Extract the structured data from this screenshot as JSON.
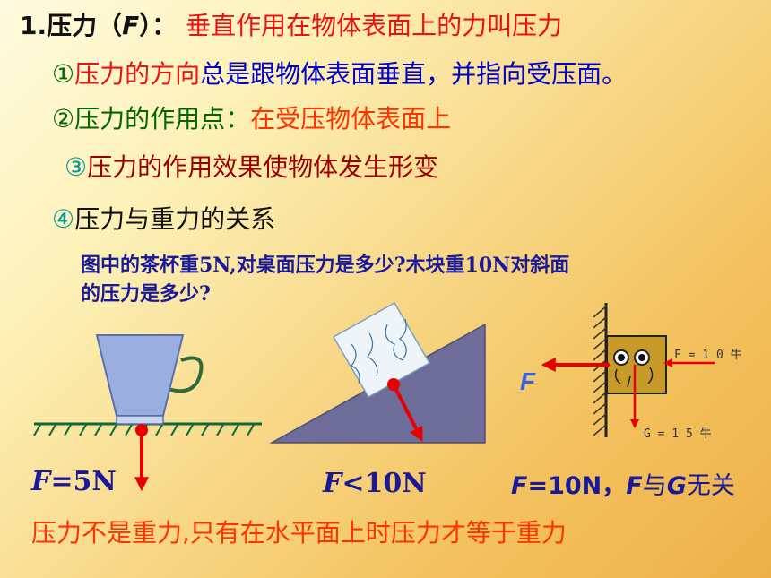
{
  "title": {
    "number": "1.",
    "term": "压力（",
    "symbol": "F",
    "close": "）",
    "colon": "：",
    "definition": "垂直作用在物体表面上的力叫压力"
  },
  "points": [
    {
      "marker": "①",
      "head": "压力的方向",
      "body": "总是跟物体表面垂直，并指向受压面。"
    },
    {
      "marker": "②",
      "head": "压力的作用点",
      "colon": "：",
      "body": "在受压物体表面上"
    },
    {
      "marker": "③",
      "head": "压力的作用效果使物体发生形变"
    },
    {
      "marker": "④",
      "head": "压力与重力的关系"
    }
  ],
  "question": {
    "line1": "图中的茶杯重5N,对桌面压力是多少?木块重10N对斜面",
    "line2": "的压力是多少?"
  },
  "figures": {
    "wall_force_label": "F",
    "wall_push_label": "F = 1 0 牛",
    "wall_gravity_label": "G = 1 5 牛"
  },
  "answers": {
    "cup": {
      "symbol": "F",
      "rel": "=5N"
    },
    "slope": {
      "symbol": "F",
      "rel": "<10N"
    },
    "wall": {
      "symbol1": "F",
      "rel": "=10N，",
      "symbol2": "F",
      "mid": "与",
      "symbol3": "G",
      "end": "无关"
    }
  },
  "conclusion": "压力不是重力,只有在水平面上时压力才等于重力",
  "colors": {
    "accent_red": "#ee1111",
    "blue": "#0000cc",
    "green": "#006600",
    "orange": "#ff3300",
    "brown": "#990000",
    "arrow_red": "#e60000"
  }
}
